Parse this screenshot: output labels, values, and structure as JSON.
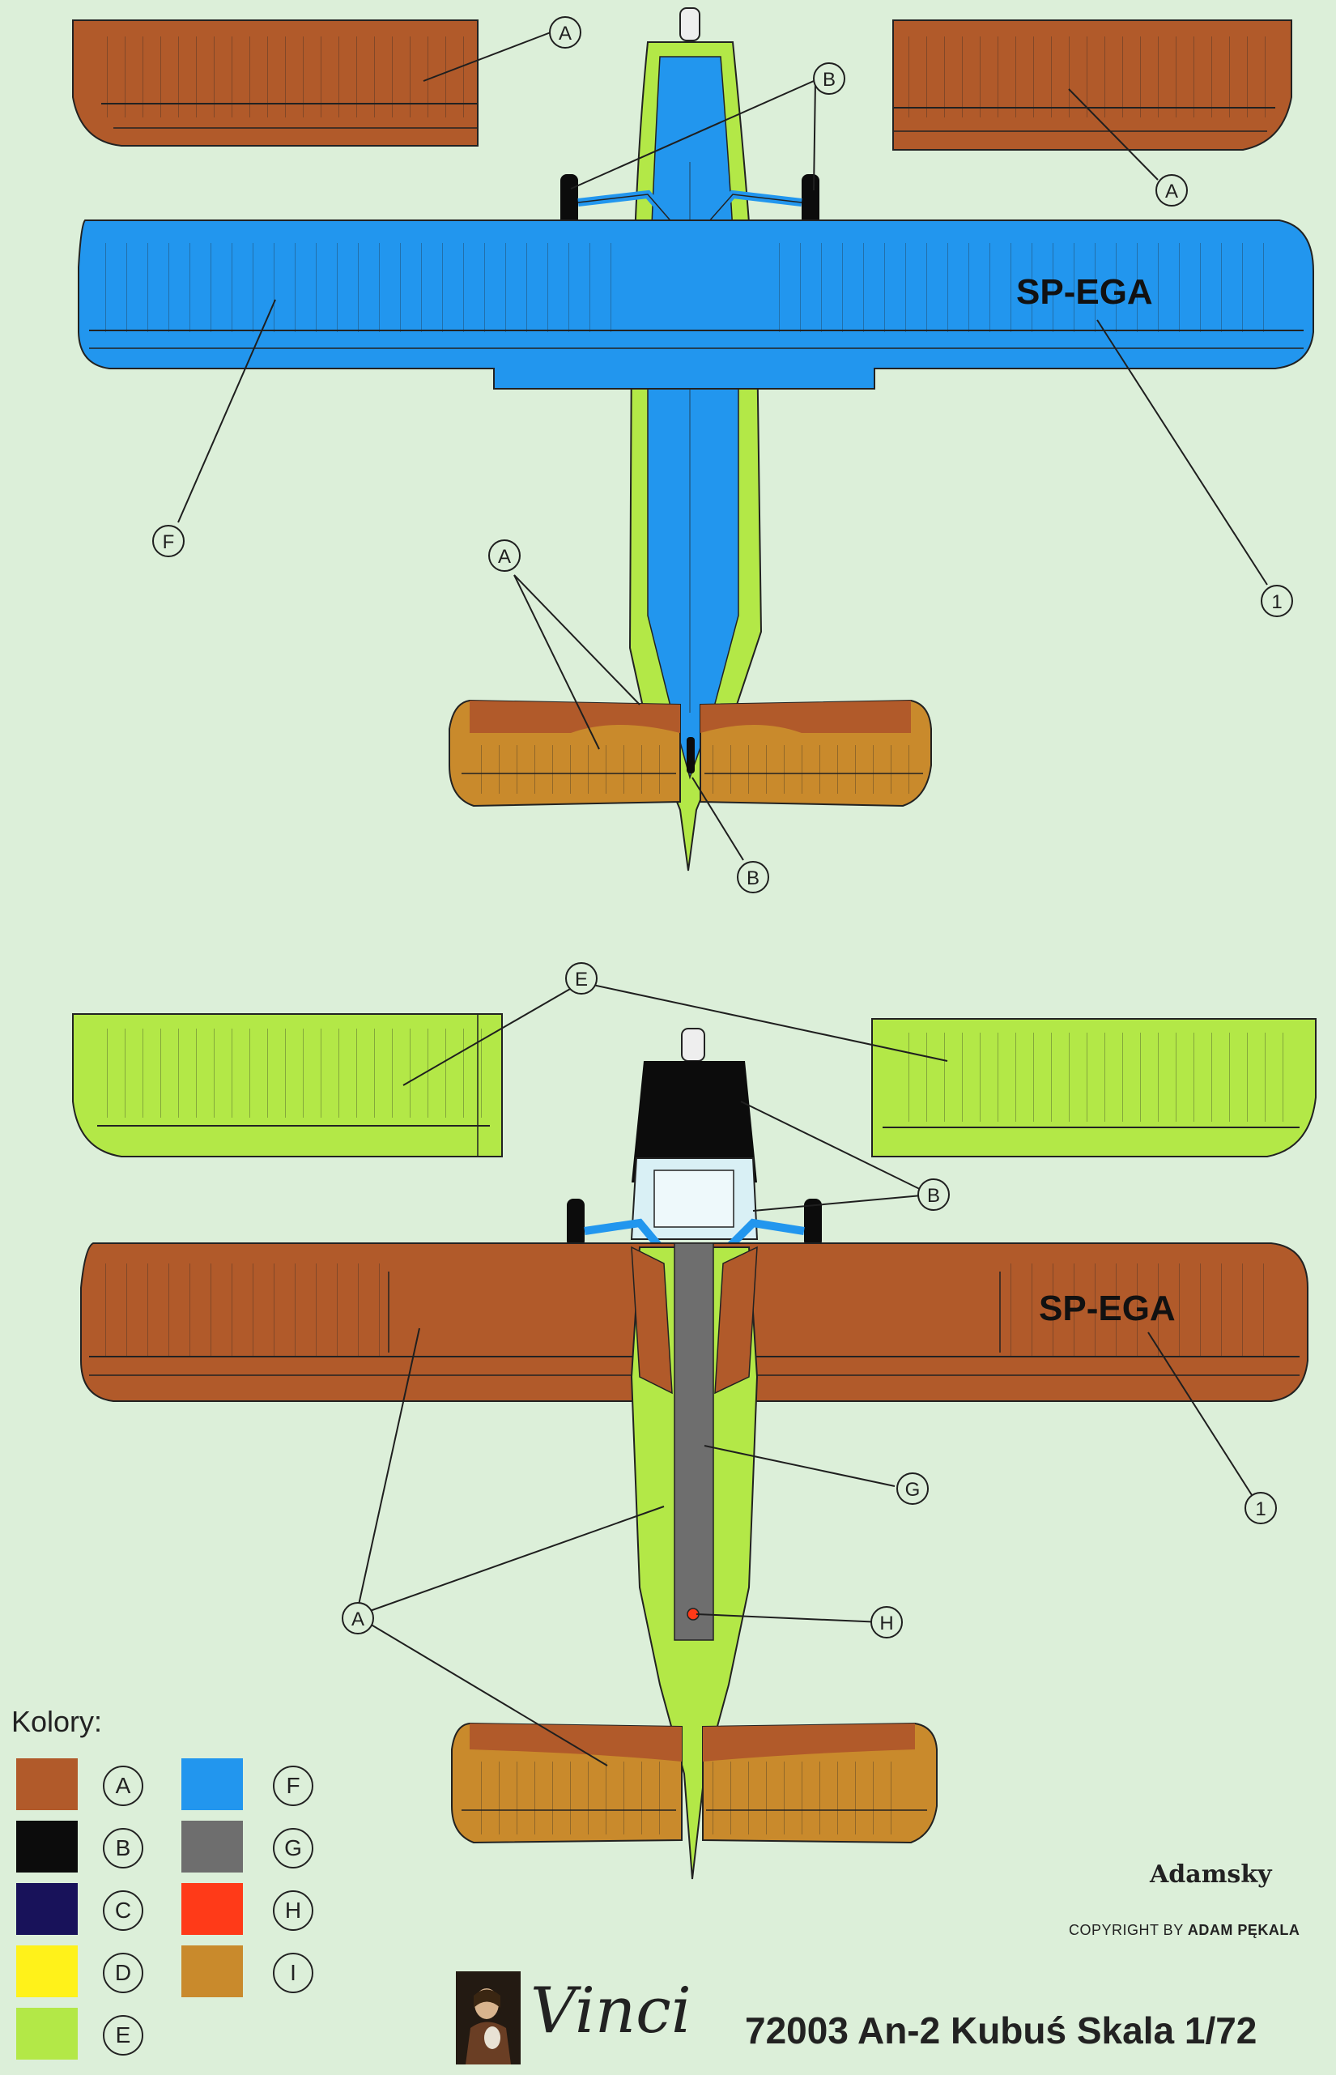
{
  "colors": {
    "A": "#b15a2a",
    "B": "#0c0c0c",
    "C": "#18125a",
    "D": "#fff21a",
    "E": "#b3e847",
    "F": "#2296ee",
    "G": "#6e6e6e",
    "H": "#ff3a18",
    "I": "#c98a2c",
    "background": "#dcefd9",
    "line": "#1f1f1f"
  },
  "top_view": {
    "registration": "SP-EGA",
    "callouts": [
      "A",
      "B",
      "A",
      "F",
      "1",
      "A",
      "B"
    ]
  },
  "bottom_view": {
    "registration": "SP-EGA",
    "callouts": [
      "E",
      "B",
      "1",
      "G",
      "A",
      "H"
    ]
  },
  "legend": {
    "title": "Kolory:",
    "items": [
      {
        "letter": "A",
        "color": "#b15a2a"
      },
      {
        "letter": "B",
        "color": "#0c0c0c"
      },
      {
        "letter": "C",
        "color": "#18125a"
      },
      {
        "letter": "D",
        "color": "#fff21a"
      },
      {
        "letter": "E",
        "color": "#b3e847"
      },
      {
        "letter": "F",
        "color": "#2296ee"
      },
      {
        "letter": "G",
        "color": "#6e6e6e"
      },
      {
        "letter": "H",
        "color": "#ff3a18"
      },
      {
        "letter": "I",
        "color": "#c98a2c"
      }
    ]
  },
  "footer": {
    "brand_logo": "Adamsky",
    "copyright_prefix": "COPYRIGHT BY ",
    "copyright_name": "ADAM PĘKALA",
    "vinci": "Vinci",
    "product_title": "72003 An-2 Kubuś Skala 1/72"
  }
}
